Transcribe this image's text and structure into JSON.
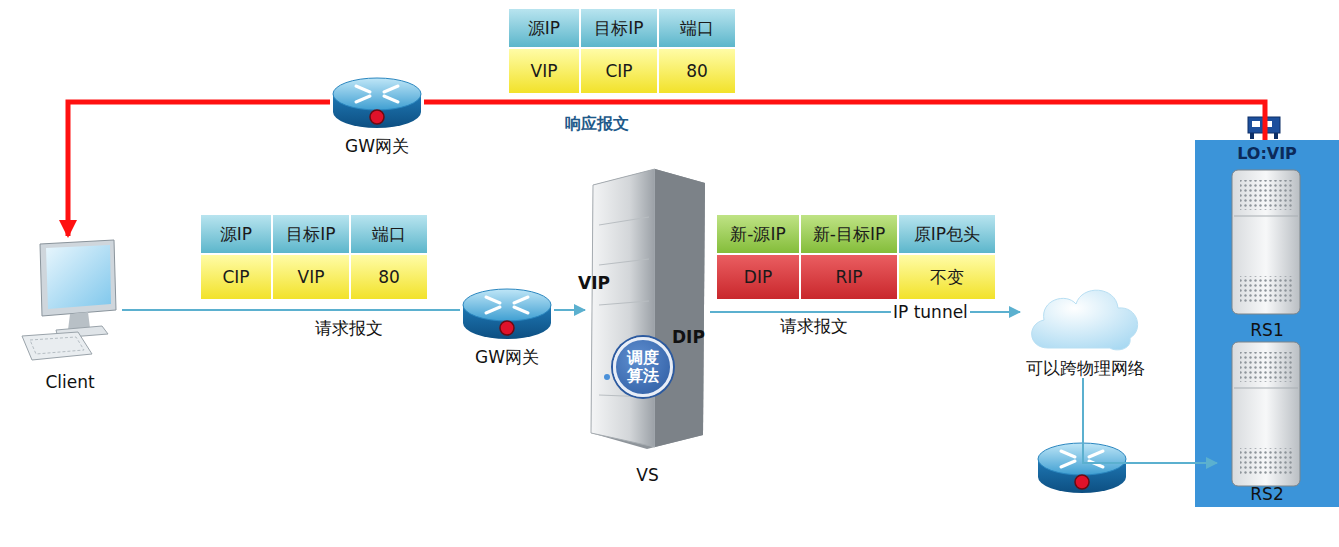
{
  "diagram": {
    "nodes": [
      {
        "text": [
          "Client"
        ]
      },
      {
        "text": [
          "GW网关"
        ]
      },
      {
        "text": [
          "GW网关"
        ]
      },
      {
        "text": [
          "VS"
        ]
      },
      {
        "text": [
          "调度算法"
        ],
        "in": 3
      },
      {
        "text": [
          "可以跨物理网络"
        ]
      },
      {
        "text": [
          "LO:VIP"
        ]
      },
      {
        "text": [
          "RS1"
        ],
        "in": 6
      },
      {
        "text": [
          "RS2"
        ],
        "in": 6
      }
    ],
    "edges": [
      {
        "from": 0,
        "to": 2,
        "arrow": "none",
        "label": "请求报文"
      },
      {
        "from": 2,
        "to": 3,
        "arrow": "to"
      },
      {
        "from": 3,
        "to": 5,
        "arrow": "to",
        "label": "IP tunnel"
      },
      {
        "from": 5,
        "to": 8,
        "arrow": "to"
      },
      {
        "from": 6,
        "to": 1,
        "arrow": "none",
        "label": "响应报文"
      },
      {
        "from": 1,
        "to": 0,
        "arrow": "to"
      }
    ],
    "labels": [
      "源IP",
      "目标IP",
      "端口",
      "VIP",
      "CIP",
      "80",
      "源IP",
      "目标IP",
      "端口",
      "CIP",
      "VIP",
      "80",
      "新-源IP",
      "新-目标IP",
      "原IP包头",
      "DIP",
      "RIP",
      "不变",
      "VIP",
      "DIP",
      "请求报文"
    ]
  }
}
